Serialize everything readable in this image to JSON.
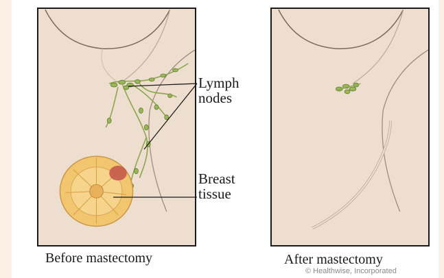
{
  "labels": {
    "lymph_nodes": "Lymph\nnodes",
    "breast_tissue": "Breast\ntissue"
  },
  "captions": {
    "before": "Before mastectomy",
    "after": "After mastectomy"
  },
  "credit": "© Healthwise, Incorporated",
  "colors": {
    "page_background": "#fcefe3",
    "skin": "#eeded0",
    "skin_shadow": "#d9c4b3",
    "lymph": "#8aa64a",
    "breast_tissue": "#f2c66e",
    "tumor": "#c2524a",
    "outline": "#1a1a1a"
  }
}
